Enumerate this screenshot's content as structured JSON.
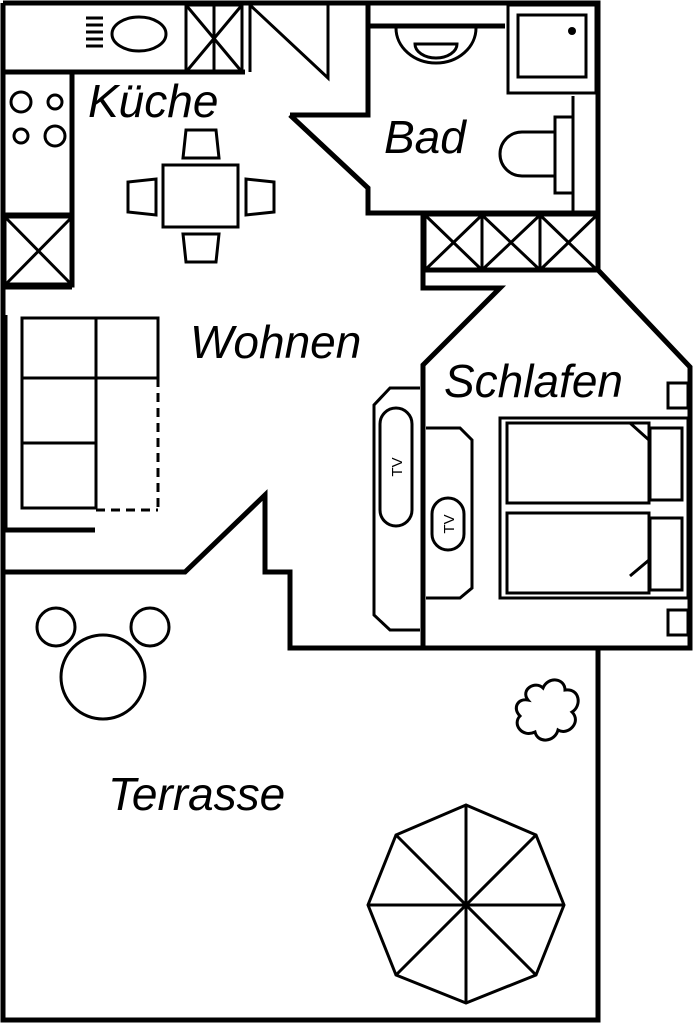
{
  "rooms": {
    "kitchen": "Küche",
    "bath": "Bad",
    "living": "Wohnen",
    "bedroom": "Schlafen",
    "terrace": "Terrasse"
  },
  "tv_label": "TV",
  "colors": {
    "line": "#000000",
    "background": "#ffffff"
  }
}
